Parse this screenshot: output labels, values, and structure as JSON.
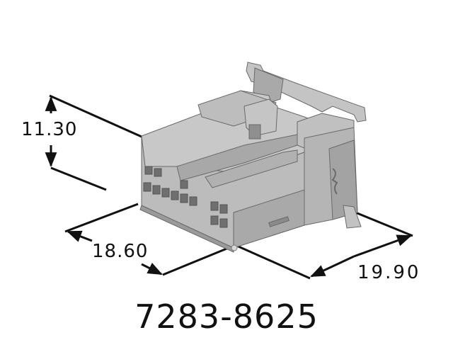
{
  "diagram": {
    "part_number": "7283-8625",
    "subject": "connector-housing",
    "dimensions": {
      "height": {
        "label": "11.30"
      },
      "width": {
        "label": "18.60"
      },
      "depth": {
        "label": "19.90"
      }
    },
    "colors": {
      "body_fill": "#b9b9b9",
      "body_light": "#cfcfcf",
      "body_dark": "#8e8e8e",
      "line": "#111111",
      "background": "#ffffff"
    }
  }
}
